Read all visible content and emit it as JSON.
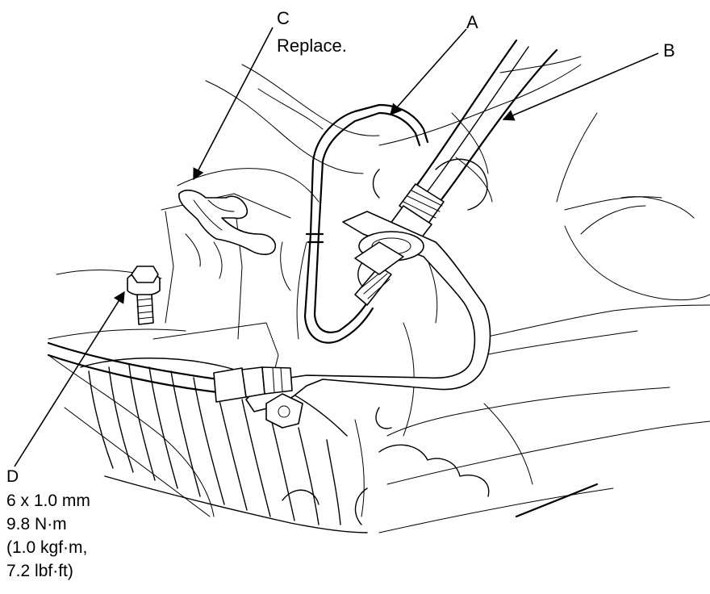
{
  "callouts": {
    "a": {
      "letter": "A"
    },
    "b": {
      "letter": "B"
    },
    "c": {
      "letter": "C",
      "note": "Replace."
    },
    "d": {
      "letter": "D",
      "spec_lines": [
        "6 x 1.0 mm",
        "9.8 N·m",
        "(1.0 kgf·m,",
        "7.2 lbf·ft)"
      ]
    }
  }
}
